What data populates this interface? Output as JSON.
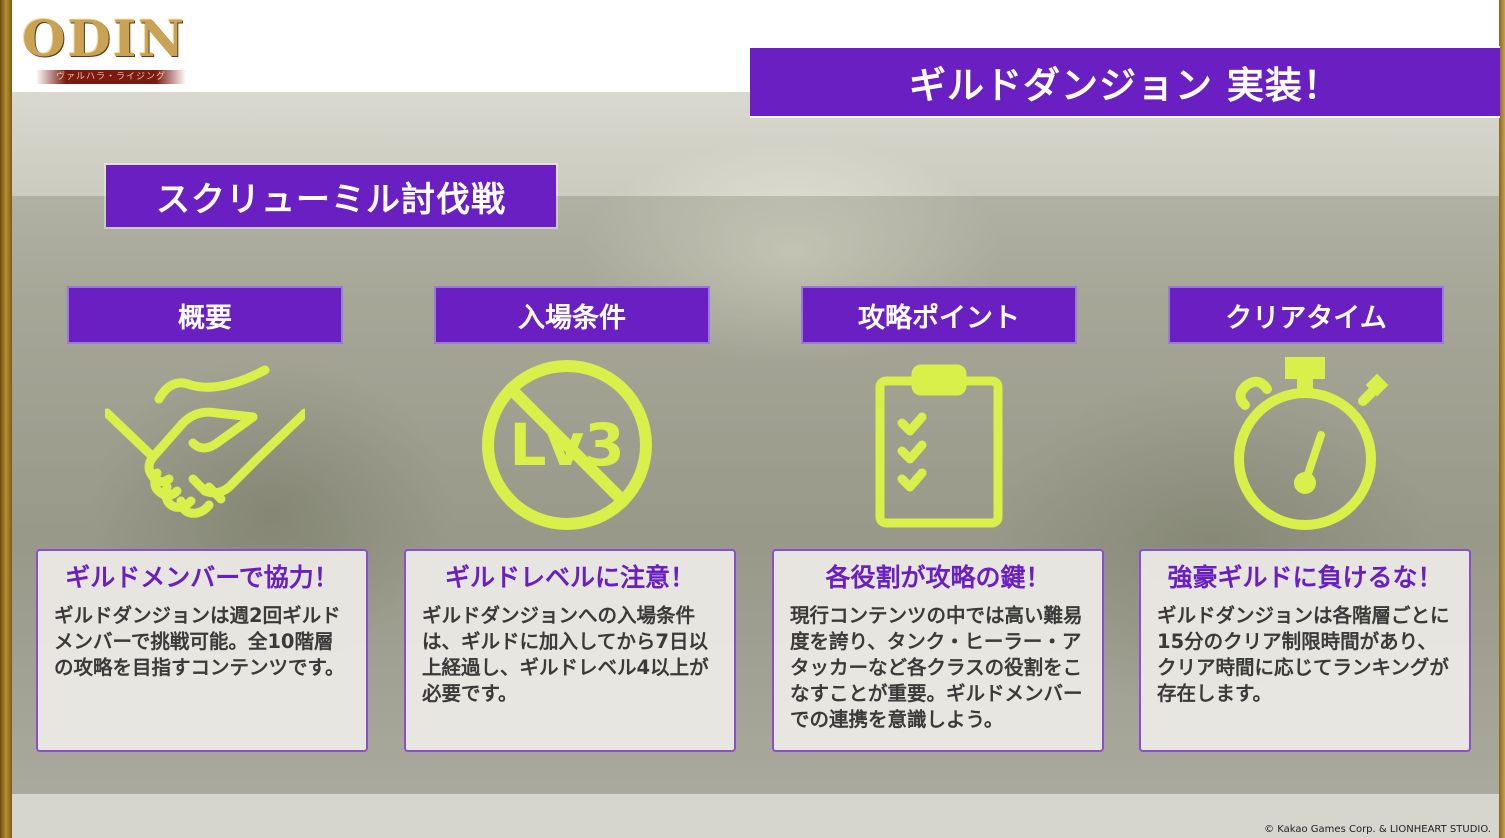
{
  "brand": {
    "logo_text": "ODIN",
    "logo_sub": "ヴァルハラ・ライジング"
  },
  "title": "ギルドダンジョン 実装！",
  "subtitle": "スクリューミル討伐戦",
  "columns": [
    {
      "header": "概要",
      "icon": "handshake-icon",
      "card_title": "ギルドメンバーで協力！",
      "card_body": "ギルドダンジョンは週2回ギルドメンバーで挑戦可能。全10階層の攻略を目指すコンテンツです。"
    },
    {
      "header": "入場条件",
      "icon": "level-restriction-icon",
      "icon_text": "Lv3",
      "card_title": "ギルドレベルに注意！",
      "card_body": "ギルドダンジョンへの入場条件は、ギルドに加入してから7日以上経過し、ギルドレベル4以上が必要です。"
    },
    {
      "header": "攻略ポイント",
      "icon": "checklist-clipboard-icon",
      "card_title": "各役割が攻略の鍵！",
      "card_body": "現行コンテンツの中では高い難易度を誇り、タンク・ヒーラー・アタッカーなど各クラスの役割をこなすことが重要。ギルドメンバーでの連携を意識しよう。"
    },
    {
      "header": "クリアタイム",
      "icon": "stopwatch-icon",
      "card_title": "強豪ギルドに負けるな！",
      "card_body": "ギルドダンジョンは各階層ごとに15分のクリア制限時間があり、クリア時間に応じてランキングが存在します。"
    }
  ],
  "copyright": "© Kakao Games Corp. & LIONHEART STUDIO.",
  "colors": {
    "accent": "#6a1fc2",
    "icon": "#d9f04a",
    "card_border": "#8a4fd0"
  }
}
